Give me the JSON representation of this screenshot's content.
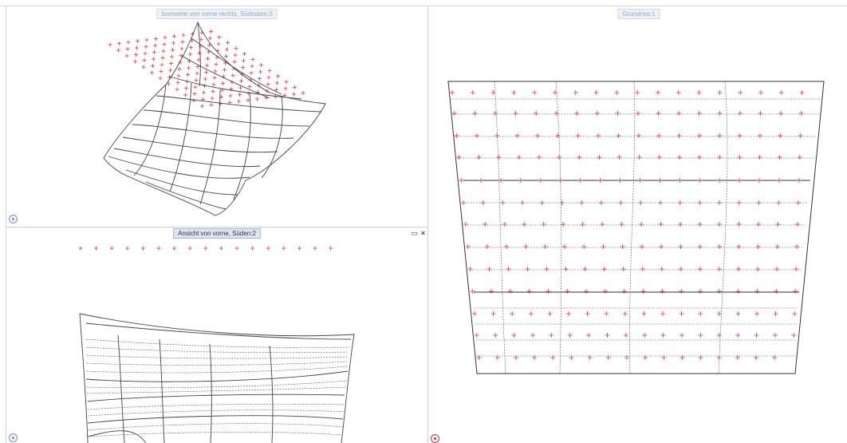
{
  "viewports": {
    "iso": {
      "title": "Isometrie von vorne rechts, Südosten:3",
      "active": false
    },
    "front": {
      "title": "Ansicht von vorne, Süden:2",
      "active": true
    },
    "plan": {
      "title": "Grundriss:1",
      "active": false
    }
  },
  "window_controls": {
    "maximize": "▭",
    "close": "×"
  },
  "colors": {
    "accent": "#dde4f2",
    "marker": "#e8383b",
    "mesh": "#444444",
    "separator": "#c8cdd6"
  },
  "icons": {
    "viewcube": "viewcube-icon",
    "maximize": "maximize-icon",
    "close": "close-icon"
  }
}
